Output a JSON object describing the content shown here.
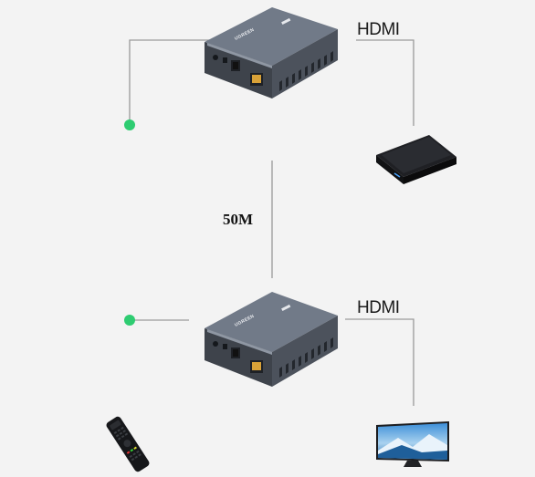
{
  "labels": {
    "hdmi_top": "HDMI",
    "hdmi_bottom": "HDMI",
    "distance": "50M",
    "brand_top": "UGREEN",
    "brand_bottom": "UGREEN"
  },
  "colors": {
    "background": "#f3f3f3",
    "line": "#9a9a9a",
    "indicator": "#2ecc71",
    "device_top": "#6f7785",
    "device_side": "#454b55",
    "device_front": "#3a3f47"
  },
  "icons": {
    "transmitter": "extender-transmitter-icon",
    "receiver": "extender-receiver-icon",
    "source": "media-box-icon",
    "remote": "remote-control-icon",
    "display": "tv-monitor-icon",
    "ir_indicator": "green-dot-icon"
  }
}
